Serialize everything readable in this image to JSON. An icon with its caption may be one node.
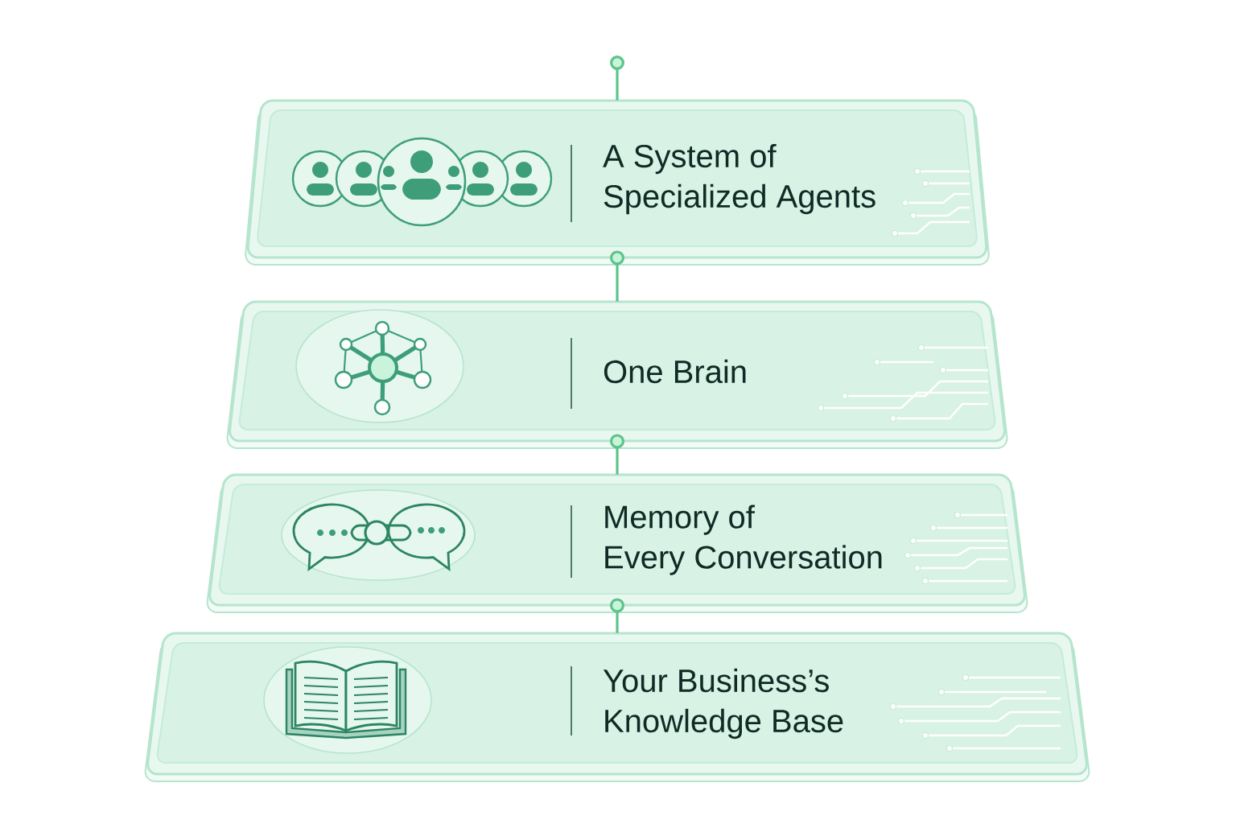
{
  "diagram": {
    "nodes": [
      {
        "text": [
          "A System of Specialized Agents"
        ]
      },
      {
        "text": [
          "One Brain"
        ]
      },
      {
        "text": [
          "Memory of Every Conversation"
        ]
      },
      {
        "text": [
          "Your Business’s Knowledge Base"
        ]
      }
    ],
    "edges": [
      {
        "from": null,
        "to": 0,
        "arrow": "other"
      },
      {
        "from": 0,
        "to": 1,
        "arrow": "other"
      },
      {
        "from": 1,
        "to": 2,
        "arrow": "other"
      },
      {
        "from": 2,
        "to": 3,
        "arrow": "other"
      }
    ]
  }
}
